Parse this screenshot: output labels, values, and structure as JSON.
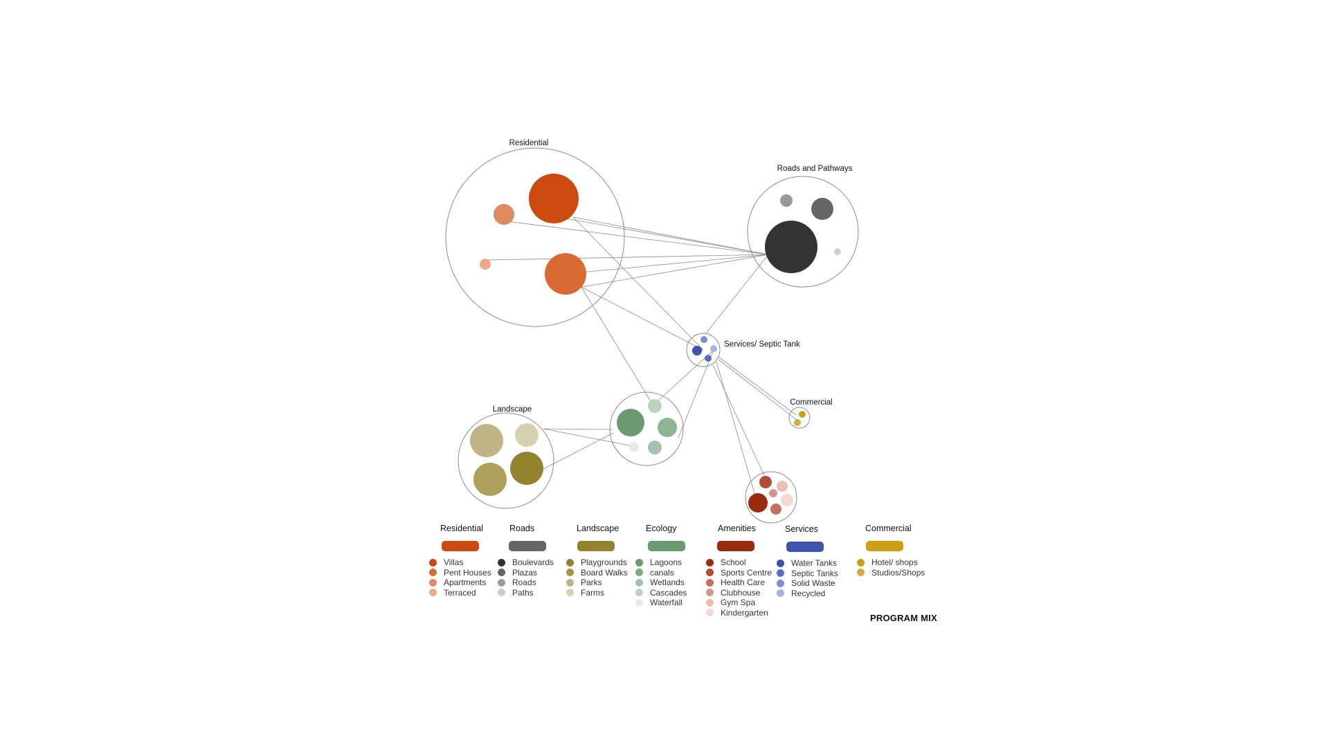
{
  "diagram": {
    "clusters": [
      {
        "id": "residential",
        "label": "Residential",
        "circles": [
          {
            "color": "#CC4A10"
          },
          {
            "color": "#DF8A62"
          },
          {
            "color": "#D96A36"
          },
          {
            "color": "#ECAA86"
          }
        ]
      },
      {
        "id": "roads",
        "label": "Roads and Pathways",
        "circles": [
          {
            "color": "#333333"
          },
          {
            "color": "#999999"
          },
          {
            "color": "#666666"
          },
          {
            "color": "#CCCCCC"
          }
        ]
      },
      {
        "id": "services",
        "label": "Services/ Septic Tank",
        "circles": [
          {
            "color": "#3F52B0"
          },
          {
            "color": "#7F8ED0"
          },
          {
            "color": "#A7B3DF"
          },
          {
            "color": "#5B6CC2"
          }
        ]
      },
      {
        "id": "commercial",
        "label": "Commercial",
        "circles": [
          {
            "color": "#CC9F14"
          },
          {
            "color": "#D4AC3E"
          }
        ]
      },
      {
        "id": "landscape",
        "label": "Landscape",
        "circles": [
          {
            "color": "#BFB486"
          },
          {
            "color": "#D8D1AF"
          },
          {
            "color": "#ADA05A"
          },
          {
            "color": "#93832E"
          }
        ]
      },
      {
        "id": "ecology",
        "label": "",
        "circles": [
          {
            "color": "#6A9A6F"
          },
          {
            "color": "#BDD3BE"
          },
          {
            "color": "#8FB494"
          },
          {
            "color": "#E2ECE2"
          },
          {
            "color": "#A3C3A6"
          }
        ]
      },
      {
        "id": "amenities",
        "label": "",
        "circles": [
          {
            "color": "#B14C36"
          },
          {
            "color": "#EABEB0"
          },
          {
            "color": "#D4958A"
          },
          {
            "color": "#9A2A10"
          },
          {
            "color": "#C56F60"
          },
          {
            "color": "#F2D8D0"
          }
        ]
      }
    ]
  },
  "legend": [
    {
      "title": "Residential",
      "color": "#CC4A10",
      "items": [
        {
          "label": "Villas",
          "color": "#CC4A10"
        },
        {
          "label": "Pent Houses",
          "color": "#D96A36"
        },
        {
          "label": "Apartments",
          "color": "#DF8A62"
        },
        {
          "label": "Terraced",
          "color": "#ECAA86"
        }
      ]
    },
    {
      "title": "Roads",
      "color": "#666666",
      "items": [
        {
          "label": "Boulevards",
          "color": "#333333"
        },
        {
          "label": "Plazas",
          "color": "#666666"
        },
        {
          "label": "Roads",
          "color": "#999999"
        },
        {
          "label": "Paths",
          "color": "#CCCCCC"
        }
      ]
    },
    {
      "title": "Landscape",
      "color": "#93832E",
      "items": [
        {
          "label": "Playgrounds",
          "color": "#93832E"
        },
        {
          "label": "Board Walks",
          "color": "#A3954A"
        },
        {
          "label": "Parks",
          "color": "#BFB486"
        },
        {
          "label": "Farms",
          "color": "#D8D1AF"
        }
      ]
    },
    {
      "title": "Ecology",
      "color": "#6A9A6F",
      "items": [
        {
          "label": "Lagoons",
          "color": "#6A9A6F"
        },
        {
          "label": "canals",
          "color": "#7FA884"
        },
        {
          "label": "Wetlands",
          "color": "#A3C3A6"
        },
        {
          "label": "Cascades",
          "color": "#BDD3BE"
        },
        {
          "label": "Waterfall",
          "color": "#E2ECE2"
        }
      ]
    },
    {
      "title": "Amenities",
      "color": "#9A2A10",
      "items": [
        {
          "label": "School",
          "color": "#9A2A10"
        },
        {
          "label": "Sports Centre",
          "color": "#B14C36"
        },
        {
          "label": "Health Care",
          "color": "#C56F60"
        },
        {
          "label": "Clubhouse",
          "color": "#D4958A"
        },
        {
          "label": "Gym Spa",
          "color": "#EABEB0"
        },
        {
          "label": "Kindergarten",
          "color": "#F2D8D0"
        }
      ]
    },
    {
      "title": "Services",
      "color": "#3F52B0",
      "items": [
        {
          "label": "Water Tanks",
          "color": "#3F52B0"
        },
        {
          "label": "Septic Tanks",
          "color": "#5B6CC2"
        },
        {
          "label": "Solid Waste",
          "color": "#7F8ED0"
        },
        {
          "label": "Recycled",
          "color": "#A7B3DF"
        }
      ]
    },
    {
      "title": "Commercial",
      "color": "#CC9F14",
      "items": [
        {
          "label": "Hotel/ shops",
          "color": "#CC9F14"
        },
        {
          "label": "Studios/Shops",
          "color": "#D4AC3E"
        }
      ]
    }
  ],
  "footer": {
    "title": "PROGRAM MIX"
  }
}
